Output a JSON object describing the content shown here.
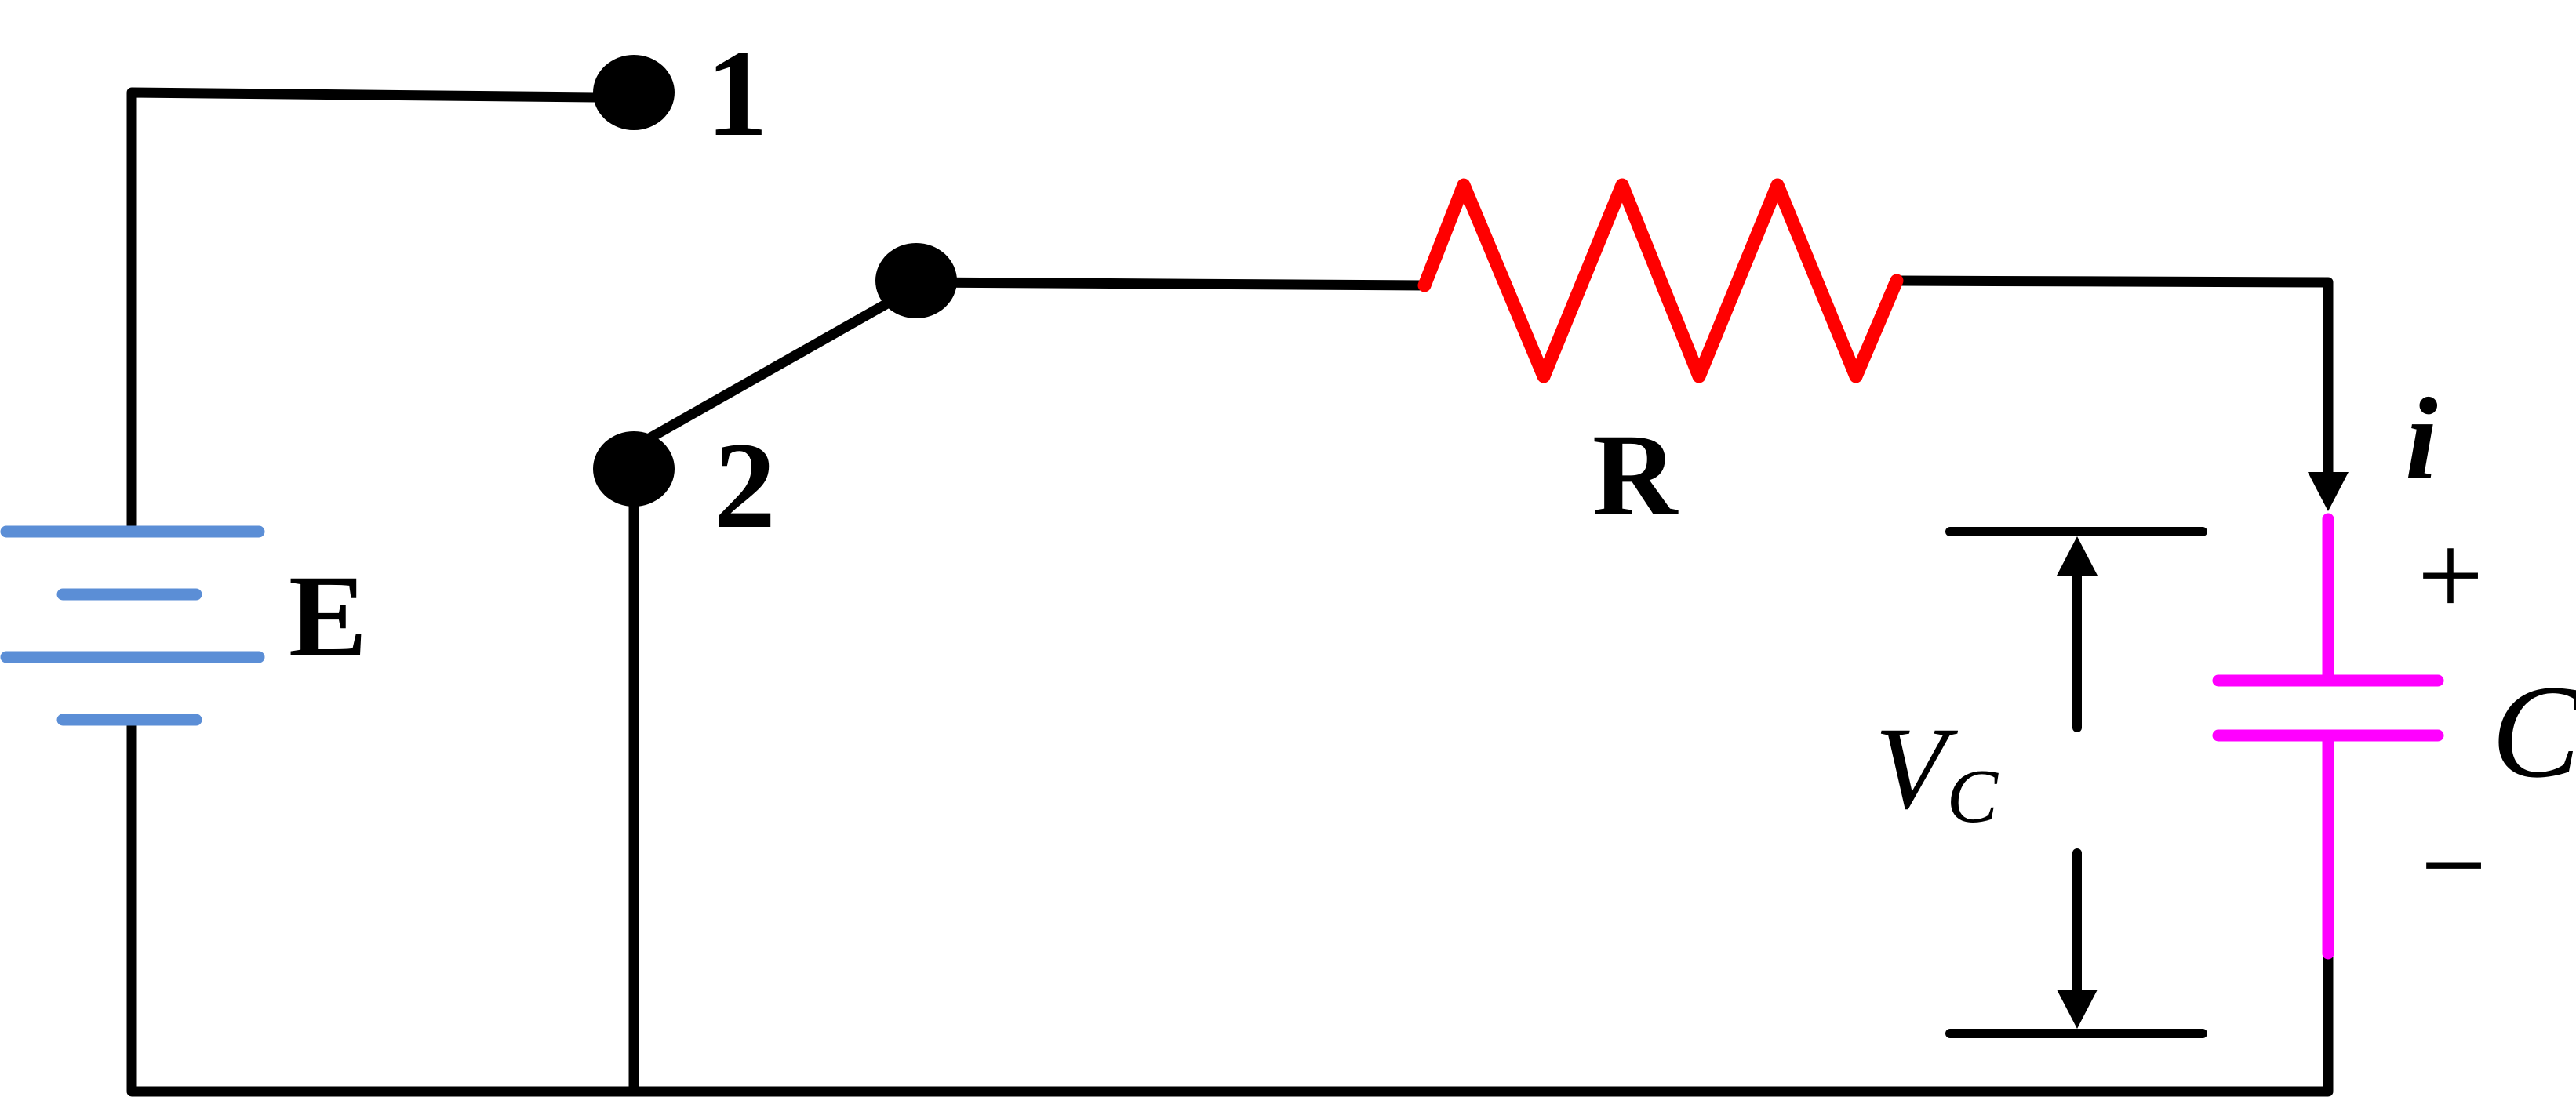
{
  "labels": {
    "terminal_1": "1",
    "terminal_2": "2",
    "battery": "E",
    "resistor": "R",
    "current": "i",
    "capacitor": "C",
    "voltage_v": "V",
    "voltage_sub": "C",
    "plus": "+",
    "minus": "−"
  },
  "colors": {
    "wire": "#000000",
    "battery": "#5b8ed6",
    "resistor": "#ff0000",
    "capacitor": "#ff00ff"
  }
}
